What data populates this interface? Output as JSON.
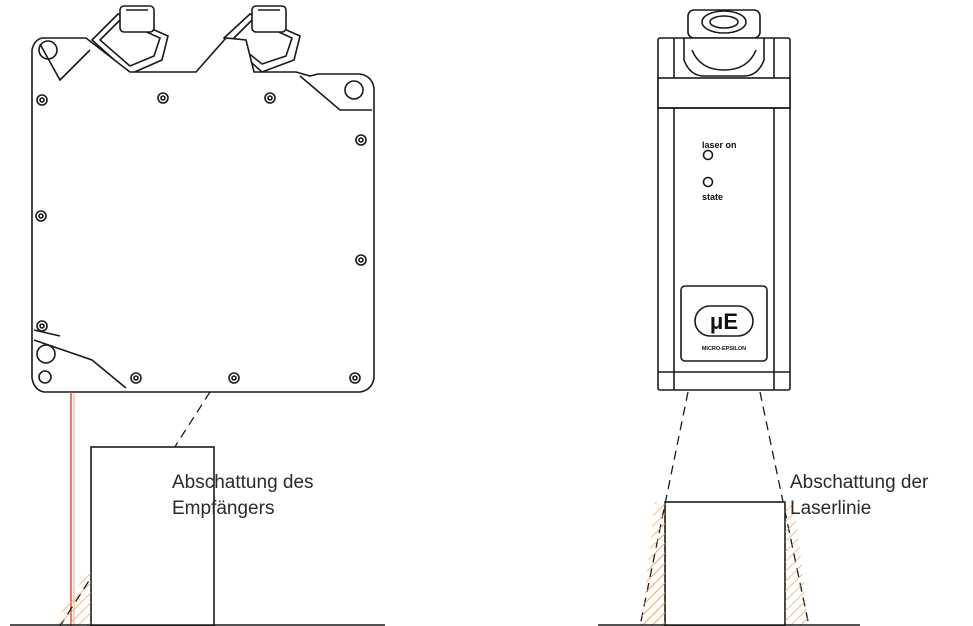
{
  "left_figure": {
    "label_line1": "Abschattung des",
    "label_line2": "Empfängers"
  },
  "right_figure": {
    "label_line1": "Abschattung der",
    "label_line2": "Laserlinie",
    "led_top_label": "laser on",
    "led_bottom_label": "state",
    "logo_text": "μE",
    "brand_text": "MICRO-EPSILON"
  },
  "colors": {
    "line": "#1a1a1a",
    "laser": "#e8402a",
    "hatch": "#f0a050"
  }
}
